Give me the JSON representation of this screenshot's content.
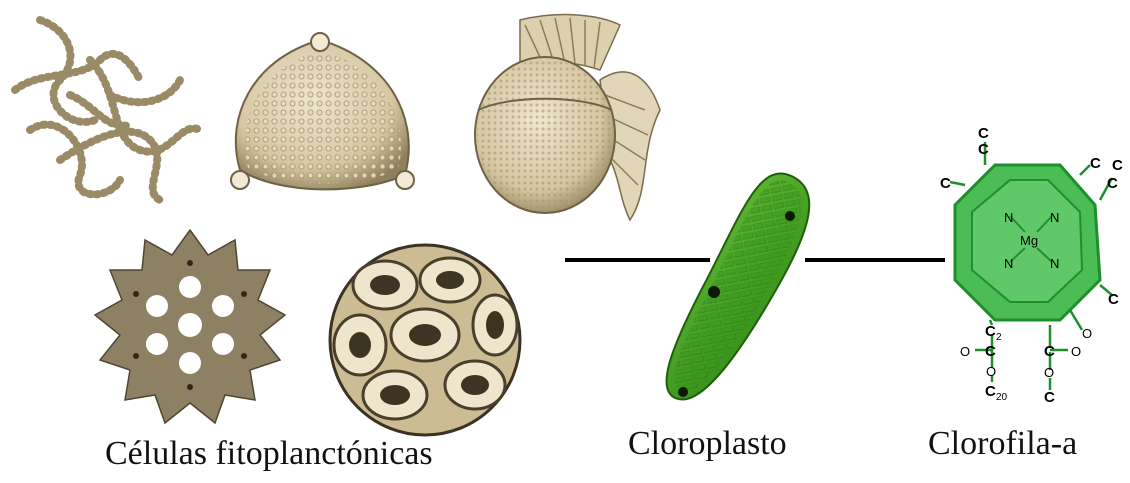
{
  "captions": {
    "phytoplankton": "Células fitoplanctónicas",
    "chloroplast": "Cloroplasto",
    "chlorophyll": "Clorofila-a"
  },
  "colors": {
    "plankton_shell": "#d9cba8",
    "plankton_shadow": "#8c7b58",
    "chloroplast_green": "#3d9a1c",
    "chlorophyll_green": "#4cbd54",
    "chlorophyll_line": "#1e8f2e",
    "connector": "#000000"
  },
  "molecule_labels": {
    "center": "Mg",
    "nitrogen": "N",
    "carbon": "C",
    "oxygen": "O",
    "c2": "C",
    "c2_sub": "2",
    "c20": "C",
    "c20_sub": "20"
  }
}
